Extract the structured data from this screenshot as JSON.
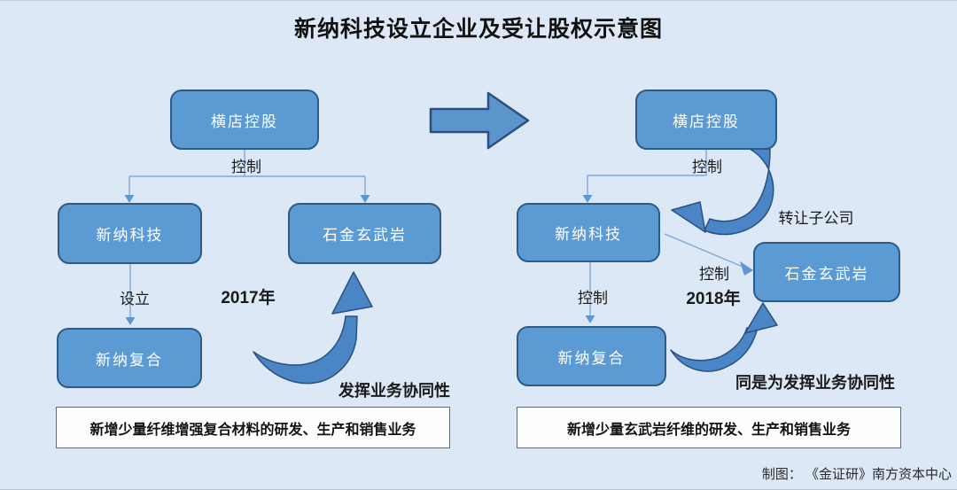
{
  "title": "新纳科技设立企业及受让股权示意图",
  "footer": "制图： 《金证研》南方资本中心",
  "colors": {
    "background": "#dce8f5",
    "node_fill": "#5b9ad2",
    "node_border": "#2d5b88",
    "node_text": "#ffffff",
    "connector_line": "#7aa9da",
    "curved_arrow_fill": "#4a86c6",
    "curved_arrow_stroke": "#2a5080",
    "text": "#1a1a1a"
  },
  "left": {
    "year": "2017年",
    "nodes": {
      "hengdian": "横店控股",
      "xinna_tech": "新纳科技",
      "shijin_basalt": "石金玄武岩",
      "xinna_composite": "新纳复合"
    },
    "labels": {
      "control": "控制",
      "establish": "设立",
      "synergy": "发挥业务协同性"
    },
    "note": "新增少量纤维增强复合材料的研发、生产和销售业务"
  },
  "right": {
    "year": "2018年",
    "nodes": {
      "hengdian": "横店控股",
      "xinna_tech": "新纳科技",
      "shijin_basalt": "石金玄武岩",
      "xinna_composite": "新纳复合"
    },
    "labels": {
      "control_top": "控制",
      "transfer": "转让子公司",
      "control_diagonal": "控制",
      "control_down": "控制",
      "synergy": "同是为发挥业务协同性"
    },
    "note": "新增少量玄武岩纤维的研发、生产和销售业务"
  }
}
